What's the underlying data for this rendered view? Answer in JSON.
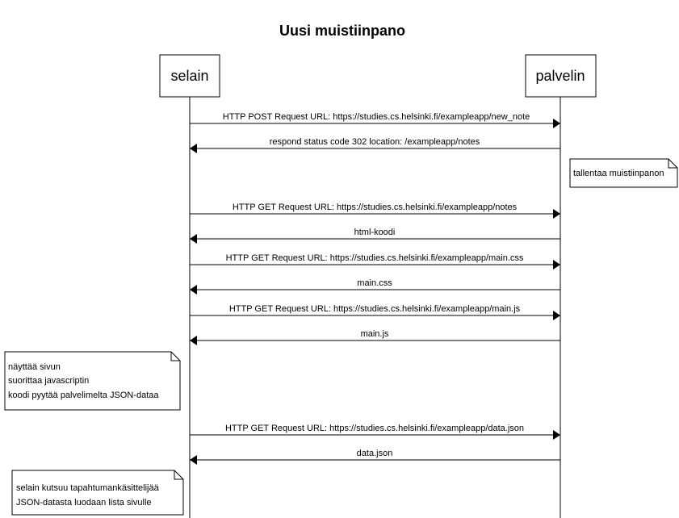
{
  "title": "Uusi muistiinpano",
  "actors": {
    "browser": "selain",
    "server": "palvelin"
  },
  "messages": [
    {
      "from": "browser",
      "to": "server",
      "label": "HTTP POST Request URL: https://studies.cs.helsinki.fi/exampleapp/new_note"
    },
    {
      "from": "server",
      "to": "browser",
      "label": "respond status code 302 location: /exampleapp/notes"
    },
    {
      "from": "browser",
      "to": "server",
      "label": "HTTP GET Request URL: https://studies.cs.helsinki.fi/exampleapp/notes"
    },
    {
      "from": "server",
      "to": "browser",
      "label": "html-koodi"
    },
    {
      "from": "browser",
      "to": "server",
      "label": "HTTP GET Request URL: https://studies.cs.helsinki.fi/exampleapp/main.css"
    },
    {
      "from": "server",
      "to": "browser",
      "label": "main.css"
    },
    {
      "from": "browser",
      "to": "server",
      "label": "HTTP GET Request URL: https://studies.cs.helsinki.fi/exampleapp/main.js"
    },
    {
      "from": "server",
      "to": "browser",
      "label": "main.js"
    },
    {
      "from": "browser",
      "to": "server",
      "label": "HTTP GET Request URL: https://studies.cs.helsinki.fi/exampleapp/data.json"
    },
    {
      "from": "server",
      "to": "browser",
      "label": "data.json"
    }
  ],
  "notes": {
    "server_save": {
      "lines": [
        "tallentaa muistiinpanon"
      ]
    },
    "browser_render": {
      "lines": [
        "näyttää sivun",
        "suorittaa javascriptin",
        "koodi pyytää palvelimelta JSON-dataa"
      ]
    },
    "browser_handler": {
      "lines": [
        "selain kutsuu tapahtumankäsittelijää",
        "JSON-datasta luodaan lista sivulle"
      ]
    }
  }
}
